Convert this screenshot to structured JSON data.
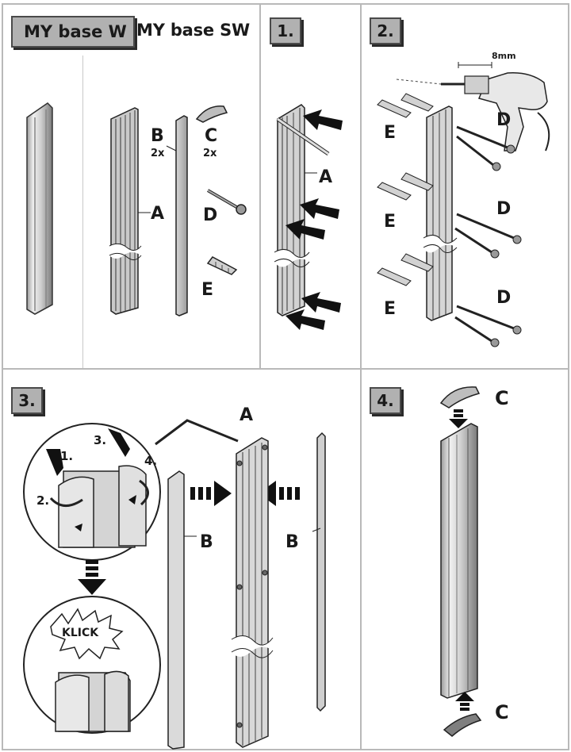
{
  "header": {
    "model_w": "MY base W",
    "model_sw": "MY base SW"
  },
  "parts": {
    "a": "A",
    "b": "B",
    "b_qty": "2x",
    "c": "C",
    "c_qty": "2x",
    "d": "D",
    "e": "E"
  },
  "steps": {
    "s1": "1.",
    "s2": "2.",
    "s3": "3.",
    "s4": "4."
  },
  "step2": {
    "drill_size": "8mm"
  },
  "step3": {
    "sub1": "1.",
    "sub2": "2.",
    "sub3": "3.",
    "sub4": "4.",
    "klick": "KLICK"
  },
  "colors": {
    "border": "#b9b9b9",
    "badge_fill": "#b1b1b1",
    "ink": "#1a1a1a",
    "profile_light": "#e2e2e2",
    "profile_mid": "#b8b8b8",
    "profile_dark": "#6e6e6e"
  }
}
